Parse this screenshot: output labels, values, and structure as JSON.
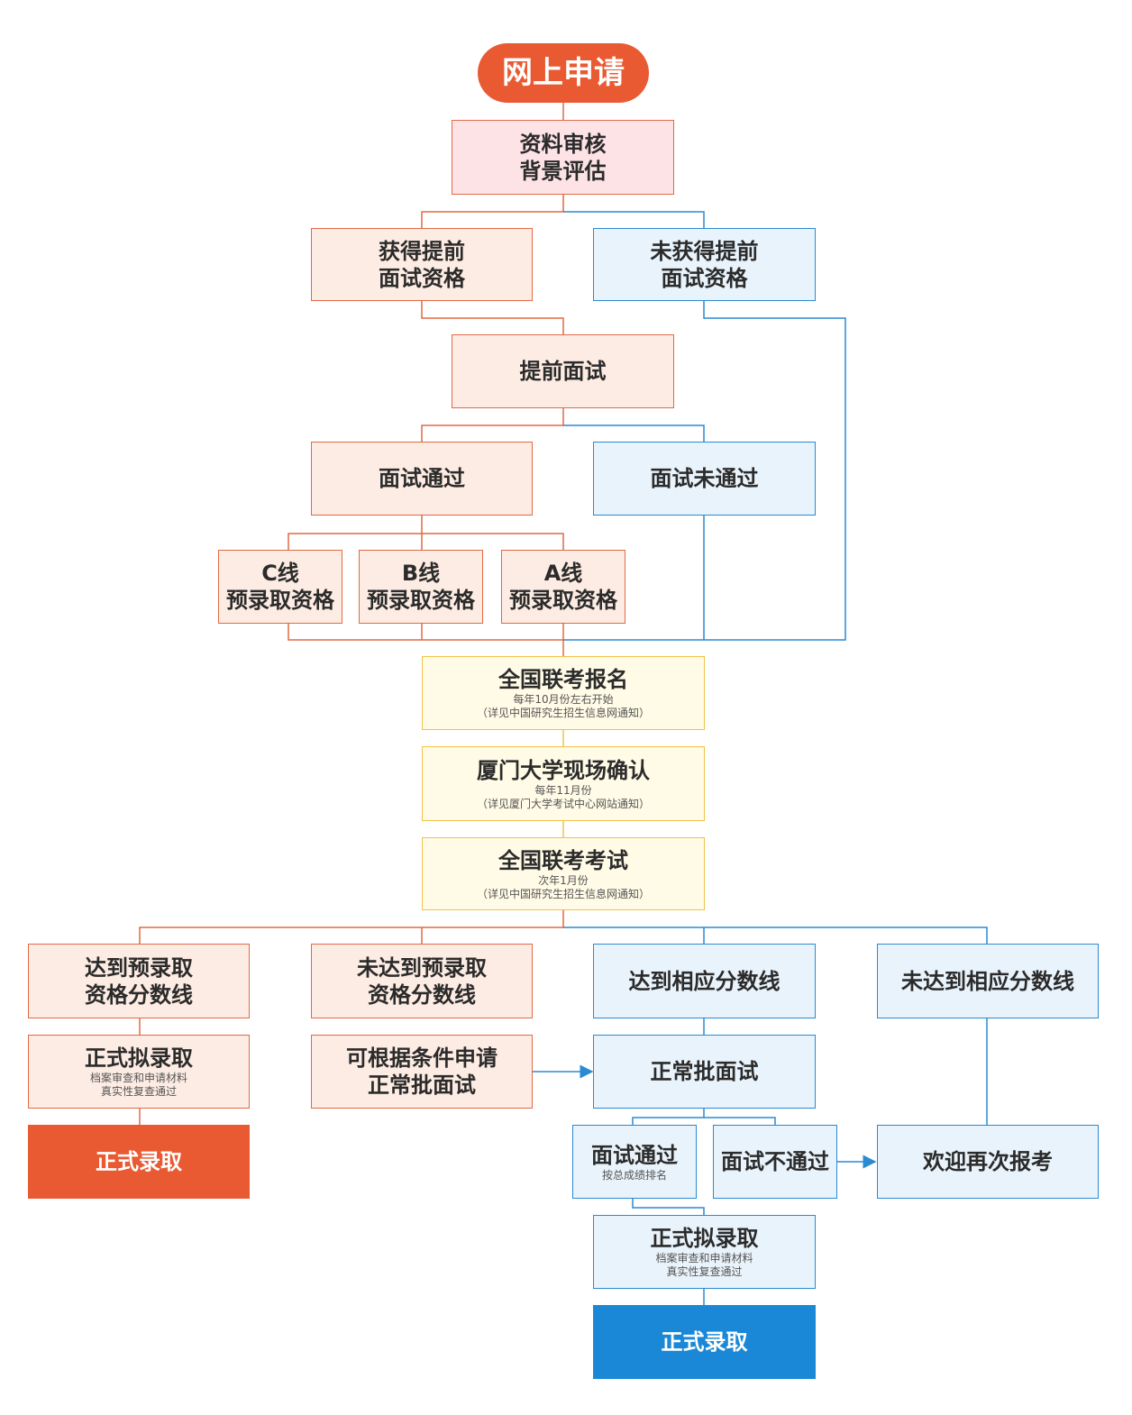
{
  "colors": {
    "orange": "#e06a45",
    "orange_solid": "#e95a33",
    "blue": "#2a8ad2",
    "blue_solid": "#1a88d6",
    "yellow": "#f0c24a"
  },
  "nodes": {
    "apply": {
      "title": "网上申请"
    },
    "review": {
      "title": "资料审核\n背景评估"
    },
    "qualified": {
      "title": "获得提前\n面试资格"
    },
    "not_qualified": {
      "title": "未获得提前\n面试资格"
    },
    "early_interview": {
      "title": "提前面试"
    },
    "interview_pass": {
      "title": "面试通过"
    },
    "interview_fail": {
      "title": "面试未通过"
    },
    "line_c": {
      "title": "C线\n预录取资格"
    },
    "line_b": {
      "title": "B线\n预录取资格"
    },
    "line_a": {
      "title": "A线\n预录取资格"
    },
    "register": {
      "title": "全国联考报名",
      "sub": "每年10月份左右开始\n（详见中国研究生招生信息网通知）"
    },
    "confirm": {
      "title": "厦门大学现场确认",
      "sub": "每年11月份\n（详见厦门大学考试中心网站通知）"
    },
    "exam": {
      "title": "全国联考考试",
      "sub": "次年1月份\n（详见中国研究生招生信息网通知）"
    },
    "reach_pre": {
      "title": "达到预录取\n资格分数线"
    },
    "not_reach_pre": {
      "title": "未达到预录取\n资格分数线"
    },
    "reach_line": {
      "title": "达到相应分数线"
    },
    "not_reach_line": {
      "title": "未达到相应分数线"
    },
    "proposed_left": {
      "title": "正式拟录取",
      "sub": "档案审查和申请材料\n真实性复查通过"
    },
    "apply_normal": {
      "title": "可根据条件申请\n正常批面试"
    },
    "normal_interview": {
      "title": "正常批面试"
    },
    "admit_left": {
      "title": "正式录取"
    },
    "normal_pass": {
      "title": "面试通过",
      "sub": "按总成绩排名"
    },
    "normal_fail": {
      "title": "面试不通过"
    },
    "welcome_back": {
      "title": "欢迎再次报考"
    },
    "proposed_right": {
      "title": "正式拟录取",
      "sub": "档案审查和申请材料\n真实性复查通过"
    },
    "admit_right": {
      "title": "正式录取"
    }
  }
}
